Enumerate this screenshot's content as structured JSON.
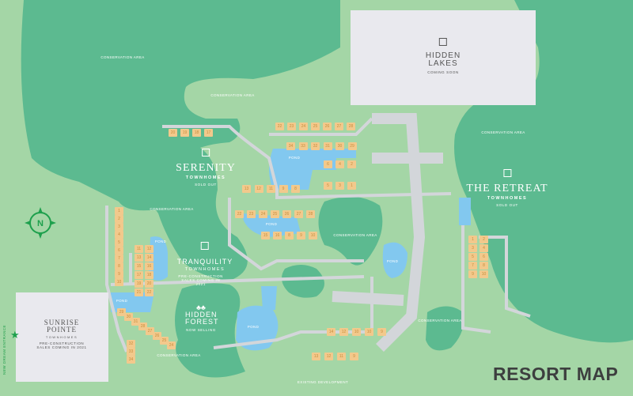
{
  "title": "RESORT MAP",
  "colors": {
    "background": "#a4d6a6",
    "conservation": "#5cba90",
    "pond": "#82c8ef",
    "road": "#d3d6da",
    "lot": "#f2c98c",
    "lot_text": "#c88d3c",
    "title": "#3d3f3f",
    "accent": "#1ea04d"
  },
  "compass": {
    "label": "N",
    "icon": "compass-icon"
  },
  "entrance": {
    "label": "NEW DREAM ENTRANCE",
    "icon": "star-icon"
  },
  "communities": {
    "serenity": {
      "name": "SERENITY",
      "sub": "TOWNHOMES",
      "status": "SOLD OUT"
    },
    "tranquility": {
      "name": "TRANQUILITY",
      "sub": "TOWNHOMES",
      "status": "PRE-CONSTRUCTION SALES COMING IN 2021"
    },
    "hidden_forest": {
      "name": "HIDDEN FOREST",
      "status": "NOW SELLING"
    },
    "the_retreat": {
      "name": "THE RETREAT",
      "sub": "TOWNHOMES",
      "status": "SOLD OUT"
    },
    "hidden_lakes": {
      "name_line1": "HIDDEN",
      "name_line2": "LAKES",
      "status": "COMING SOON"
    },
    "sunrise_pointe": {
      "name_line1": "SUNRISE",
      "name_line2": "POINTE",
      "sub": "TOWNHOMES",
      "status_line1": "PRE-CONSTRUCTION",
      "status_line2": "SALES COMING IN 2021"
    }
  },
  "area_labels": {
    "conservation": "CONSERVATION AREA",
    "pond": "POND",
    "existing": "EXISTING DEVELOPMENT"
  },
  "lots": [
    [
      "20",
      "19",
      "18",
      "17"
    ],
    [
      "22",
      "23",
      "24",
      "25",
      "26",
      "27",
      "28"
    ],
    [
      "34",
      "33",
      "32",
      "31",
      "30",
      "29"
    ],
    [
      "6",
      "4",
      "2"
    ],
    [
      "5",
      "3",
      "1"
    ],
    [
      "13",
      "12",
      "11",
      "9",
      "8"
    ],
    [
      "22",
      "23",
      "24",
      "25",
      "26",
      "27",
      "28"
    ],
    [
      "15",
      "16",
      "8",
      "9",
      "10"
    ],
    [
      "1",
      "2",
      "3",
      "4",
      "5",
      "6",
      "7",
      "8",
      "9",
      "10"
    ],
    [
      "11",
      "12",
      "13",
      "14",
      "15",
      "16",
      "17",
      "18",
      "19",
      "20",
      "21",
      "22"
    ],
    [
      "29",
      "30",
      "31",
      "28",
      "27",
      "26",
      "25",
      "24"
    ],
    [
      "32",
      "33",
      "34"
    ],
    [
      "14",
      "12",
      "10",
      "10",
      "9"
    ],
    [
      "13",
      "12",
      "11",
      "9"
    ]
  ]
}
